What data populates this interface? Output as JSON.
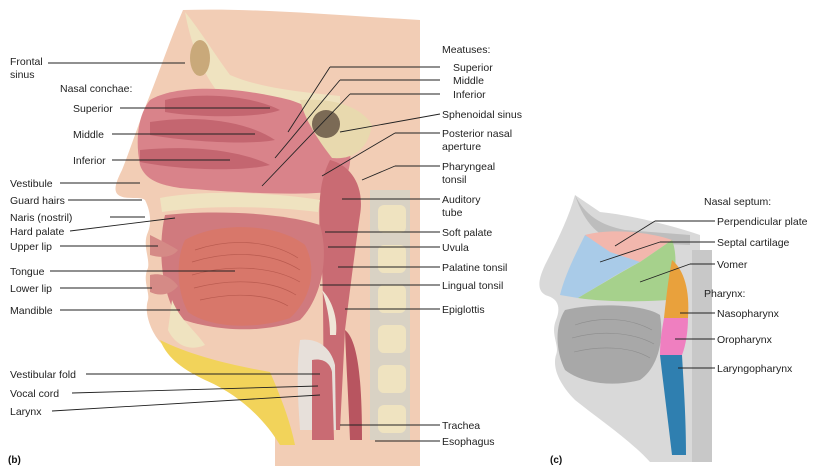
{
  "panels": {
    "b": "(b)",
    "c": "(c)"
  },
  "left_labels": {
    "frontal_sinus_1": "Frontal",
    "frontal_sinus_2": "sinus",
    "nasal_conchae_heading": "Nasal conchae:",
    "concha_superior": "Superior",
    "concha_middle": "Middle",
    "concha_inferior": "Inferior",
    "vestibule": "Vestibule",
    "guard_hairs": "Guard hairs",
    "naris": "Naris (nostril)",
    "hard_palate": "Hard palate",
    "upper_lip": "Upper lip",
    "tongue": "Tongue",
    "lower_lip": "Lower lip",
    "mandible": "Mandible",
    "vestibular_fold": "Vestibular fold",
    "vocal_cord": "Vocal cord",
    "larynx": "Larynx"
  },
  "right_labels": {
    "meatuses_heading": "Meatuses:",
    "meatus_superior": "Superior",
    "meatus_middle": "Middle",
    "meatus_inferior": "Inferior",
    "sphenoidal_sinus": "Sphenoidal sinus",
    "posterior_nasal_1": "Posterior nasal",
    "posterior_nasal_2": "aperture",
    "pharyngeal_tonsil_1": "Pharyngeal",
    "pharyngeal_tonsil_2": "tonsil",
    "auditory_tube_1": "Auditory",
    "auditory_tube_2": "tube",
    "soft_palate": "Soft palate",
    "uvula": "Uvula",
    "palatine_tonsil": "Palatine tonsil",
    "lingual_tonsil": "Lingual tonsil",
    "epiglottis": "Epiglottis",
    "trachea": "Trachea",
    "esophagus": "Esophagus"
  },
  "panel_c_labels": {
    "nasal_septum_heading": "Nasal septum:",
    "perpendicular_plate": "Perpendicular plate",
    "septal_cartilage": "Septal cartilage",
    "vomer": "Vomer",
    "pharynx_heading": "Pharynx:",
    "nasopharynx": "Nasopharynx",
    "oropharynx": "Oropharynx",
    "laryngopharynx": "Laryngopharynx"
  },
  "colors": {
    "skin": "#f2cdb5",
    "mucosa": "#d9838a",
    "mucosa_dark": "#b8525c",
    "bone": "#efe3c0",
    "fat": "#f2d35a",
    "muscle": "#d8776a",
    "cartilage": "#e7e0da",
    "perpendicular_plate": "#f2b7ad",
    "septal_cartilage": "#a9cbe8",
    "vomer": "#a6d18c",
    "nasopharynx": "#e9a13c",
    "oropharynx": "#ef7fc0",
    "laryngopharynx": "#2f7fb0"
  }
}
